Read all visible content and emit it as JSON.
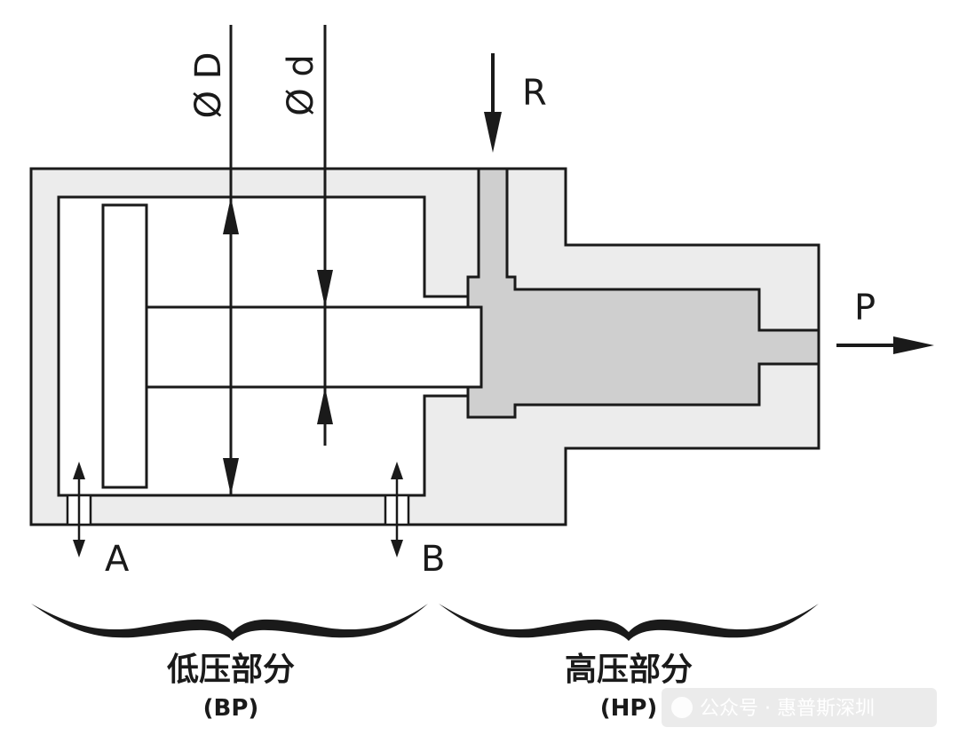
{
  "labels": {
    "dia_D": "Ø D",
    "dia_d": "Ø d",
    "R": "R",
    "P": "P",
    "A": "A",
    "B": "B"
  },
  "sections": {
    "low": {
      "title": "低压部分",
      "abbr": "(BP)"
    },
    "high": {
      "title": "高压部分",
      "abbr": "(HP)"
    }
  },
  "watermark": {
    "text": "公众号 · 惠普斯深圳"
  },
  "colors": {
    "outline": "#1a1a1a",
    "housing": "#ececec",
    "hp_fluid": "#cfcfcf",
    "background": "#ffffff"
  }
}
